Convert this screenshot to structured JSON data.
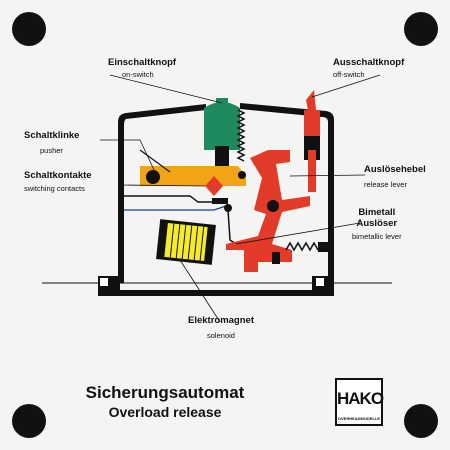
{
  "labels": {
    "on_switch": {
      "de": "Einschaltknopf",
      "en": "on-switch"
    },
    "off_switch": {
      "de": "Ausschaltknopf",
      "en": "off-switch"
    },
    "pusher": {
      "de": "Schaltklinke",
      "en": "pusher"
    },
    "contacts": {
      "de": "Schaltkontakte",
      "en": "switching contacts"
    },
    "release_lever": {
      "de": "Auslösehebel",
      "en": "release lever"
    },
    "bimetal": {
      "de1": "Bimetall",
      "de2": "Auslöser",
      "en": "bimetallic lever"
    },
    "solenoid": {
      "de": "Elektromagnet",
      "en": "solenoid"
    }
  },
  "title": {
    "main": "Sicherungsautomat",
    "sub": "Overload release"
  },
  "logo": {
    "text": "HAKO",
    "sub": "OVERHEADMODELLE"
  },
  "colors": {
    "on_button": "#1f8a5e",
    "off_button": "#e23b2a",
    "pusher": "#f2a316",
    "release_lever": "#e23b2a",
    "solenoid_coil": "#f6ea2c",
    "frame": "#111111",
    "background": "#f4f4f2"
  }
}
